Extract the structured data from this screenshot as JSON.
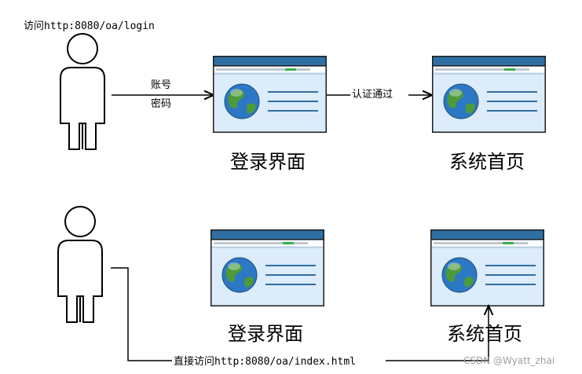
{
  "top": {
    "url_label": "访问http:8080/oa/login",
    "credentials_line1": "账号",
    "credentials_line2": "密码",
    "auth_label": "认证通过",
    "login_caption": "登录界面",
    "home_caption": "系统首页"
  },
  "bottom": {
    "login_caption": "登录界面",
    "home_caption": "系统首页",
    "direct_access_label": "直接访问http:8080/oa/index.html"
  },
  "watermark": "CSDN @Wyatt_zhai",
  "colors": {
    "window_title": "#2f6fa3",
    "window_border": "#1d1d1d",
    "window_body": "#dcecfa",
    "window_green_dot": "#36b14a",
    "window_lines": "#2f6fa3",
    "globe_water": "#2c78c5",
    "globe_land": "#4c9a3a"
  }
}
